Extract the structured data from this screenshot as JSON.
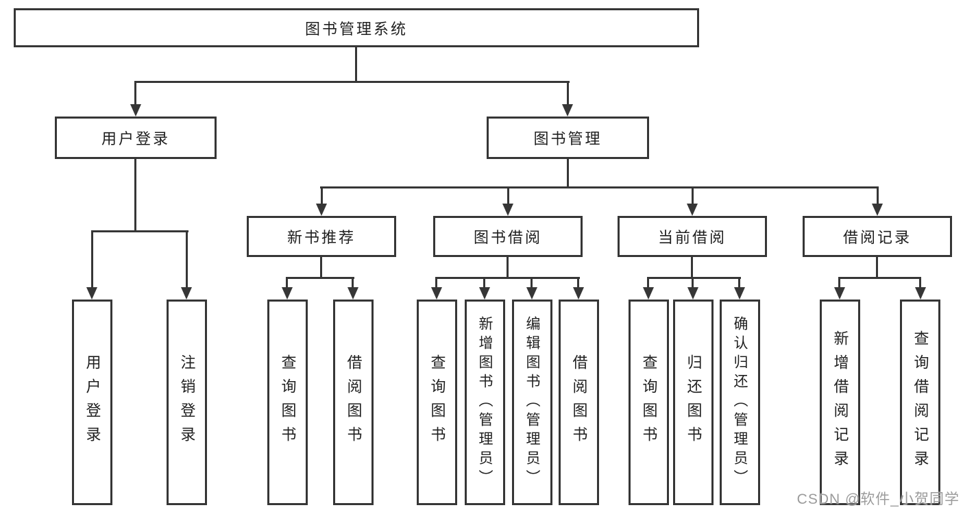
{
  "tree": {
    "label": "图书管理系统",
    "children": [
      {
        "label": "用户登录",
        "children": [
          {
            "label": "用户登录"
          },
          {
            "label": "注销登录"
          }
        ]
      },
      {
        "label": "图书管理",
        "children": [
          {
            "label": "新书推荐",
            "children": [
              {
                "label": "查询图书"
              },
              {
                "label": "借阅图书"
              }
            ]
          },
          {
            "label": "图书借阅",
            "children": [
              {
                "label": "查询图书"
              },
              {
                "label": "新增图书（管理员）"
              },
              {
                "label": "编辑图书（管理员）"
              },
              {
                "label": "借阅图书"
              }
            ]
          },
          {
            "label": "当前借阅",
            "children": [
              {
                "label": "查询图书"
              },
              {
                "label": "归还图书"
              },
              {
                "label": "确认归还（管理员）"
              }
            ]
          },
          {
            "label": "借阅记录",
            "children": [
              {
                "label": "新增借阅记录"
              },
              {
                "label": "查询借阅记录"
              }
            ]
          }
        ]
      }
    ]
  },
  "watermark": "CSDN @软件_小贺同学",
  "colors": {
    "line": "#363636",
    "box_background": "#ffffff",
    "text": "#1f1f1f",
    "watermark": "#9b9b9b"
  }
}
